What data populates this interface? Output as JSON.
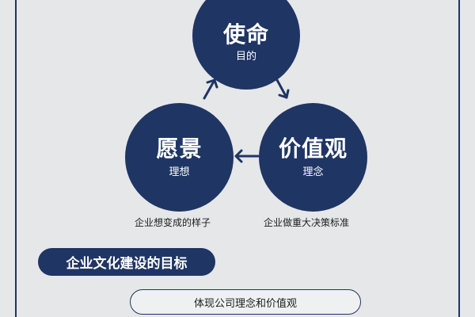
{
  "diagram": {
    "mission": {
      "title": "使命",
      "subtitle": "目的"
    },
    "vision": {
      "title": "愿景",
      "subtitle": "理想",
      "caption": "企业想变成的样子"
    },
    "values": {
      "title": "价值观",
      "subtitle": "理念",
      "caption": "企业做重大决策标准"
    }
  },
  "section": {
    "heading": "企业文化建设的目标"
  },
  "goals": [
    {
      "text": "体现公司理念和价值观"
    }
  ],
  "colors": {
    "primary": "#1f3564",
    "background": "#e6e7e9"
  }
}
